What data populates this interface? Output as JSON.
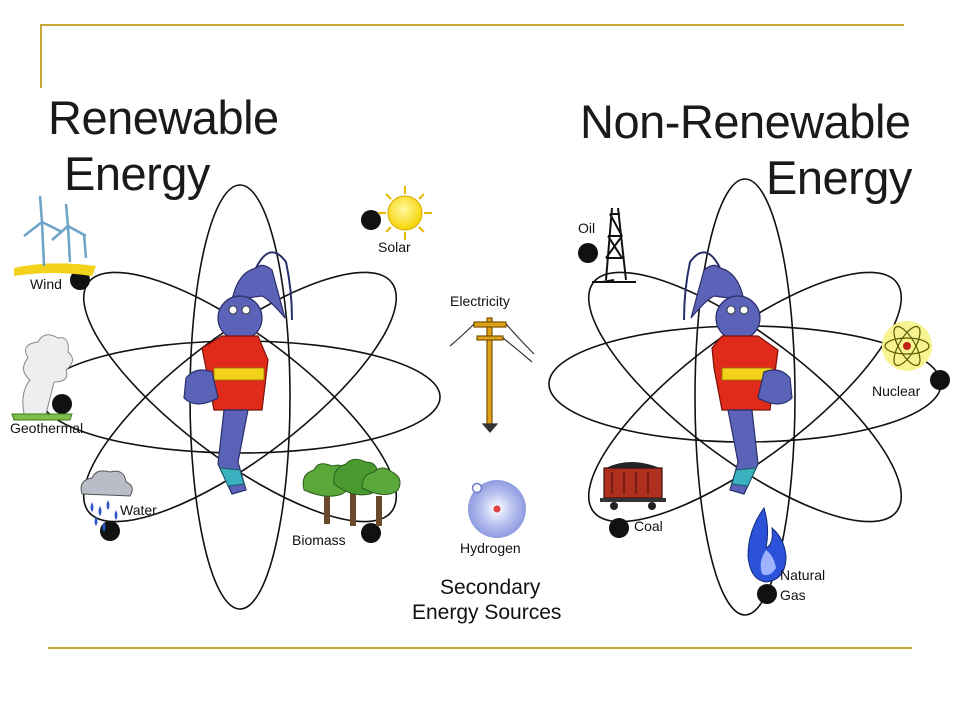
{
  "renewable": {
    "title_line1": "Renewable",
    "title_line2": "Energy",
    "sources": {
      "wind": "Wind",
      "solar": "Solar",
      "geothermal": "Geothermal",
      "water": "Water",
      "biomass": "Biomass"
    }
  },
  "nonrenewable": {
    "title_line1": "Non-Renewable",
    "title_line2": "Energy",
    "sources": {
      "oil": "Oil",
      "nuclear": "Nuclear",
      "coal": "Coal",
      "natural_gas_line1": "Natural",
      "natural_gas_line2": "Gas"
    }
  },
  "secondary": {
    "electricity": "Electricity",
    "hydrogen": "Hydrogen",
    "title_line1": "Secondary",
    "title_line2": "Energy Sources"
  },
  "colors": {
    "rule": "#c8a838",
    "character_body": "#5a63b8",
    "shirt": "#e02a1a",
    "belt": "#f2d21a"
  }
}
